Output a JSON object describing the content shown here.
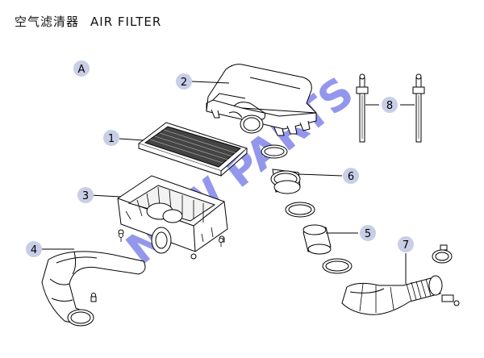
{
  "title": {
    "zh": "空气滤清器",
    "en": "AIR FILTER"
  },
  "view_label": "A",
  "callouts": [
    {
      "number": "1"
    },
    {
      "number": "2"
    },
    {
      "number": "3"
    },
    {
      "number": "4"
    },
    {
      "number": "5"
    },
    {
      "number": "6"
    },
    {
      "number": "7"
    },
    {
      "number": "8"
    }
  ],
  "watermark": "NEW PARTS",
  "colors": {
    "bubble": "#c9cee6",
    "watermark": "#6f74e6",
    "line": "#000000"
  }
}
